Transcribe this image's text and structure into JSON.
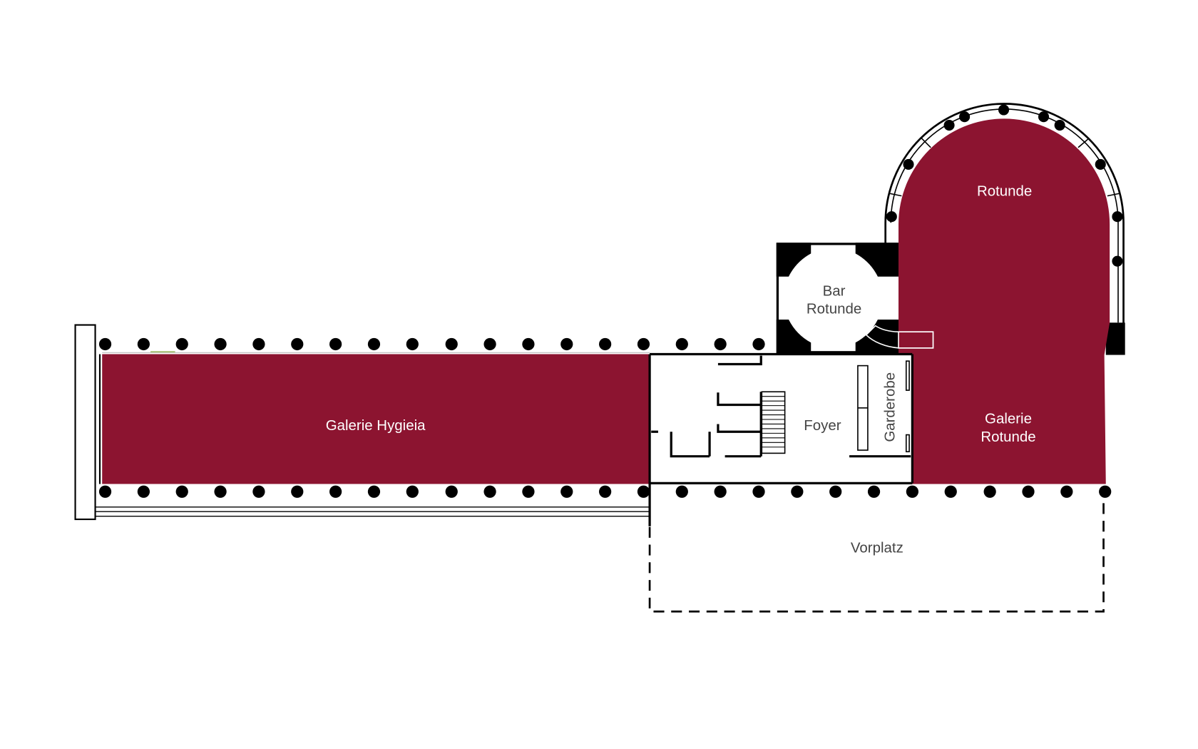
{
  "colors": {
    "room_highlight": "#8c1430",
    "walls": "#000000",
    "label_on_room": "#ffffff",
    "label_plain": "#444444"
  },
  "rooms": {
    "galerie_hygieia": "Galerie Hygieia",
    "foyer": "Foyer",
    "garderobe": "Garderobe",
    "bar_rotunde_line1": "Bar",
    "bar_rotunde_line2": "Rotunde",
    "rotunde": "Rotunde",
    "galerie_rotunde_line1": "Galerie",
    "galerie_rotunde_line2": "Rotunde",
    "vorplatz": "Vorplatz"
  }
}
